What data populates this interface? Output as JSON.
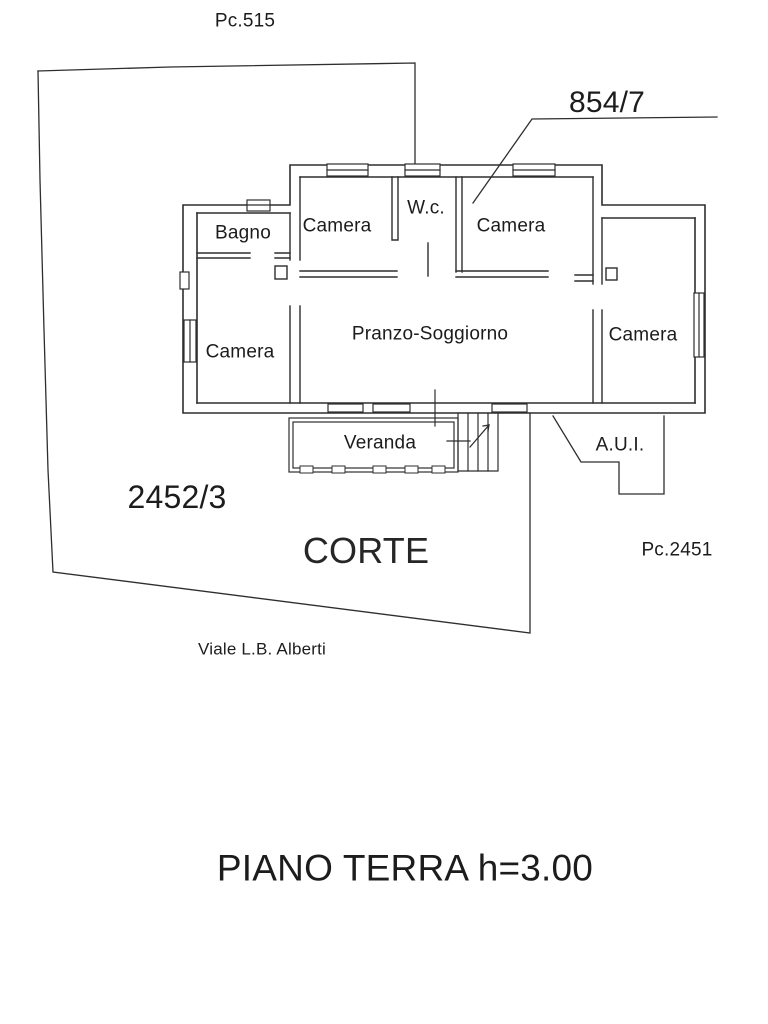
{
  "page": {
    "background": "#ffffff",
    "line_color": "#2e2e2e",
    "text_color": "#1c1c1c"
  },
  "labels": {
    "parcel_top": "Pc.515",
    "building_number": "854/7",
    "courtyard_parcel": "2452/3",
    "courtyard": "CORTE",
    "parcel_bottom_right": "Pc.2451",
    "street": "Viale L.B. Alberti",
    "title": "PIANO TERRA h=3.00"
  },
  "rooms": {
    "bagno": "Bagno",
    "camera_top_left": "Camera",
    "wc": "W.c.",
    "camera_top_right": "Camera",
    "camera_left": "Camera",
    "living": "Pranzo-Soggiorno",
    "camera_right": "Camera",
    "veranda": "Veranda",
    "annex": "A.U.I."
  }
}
